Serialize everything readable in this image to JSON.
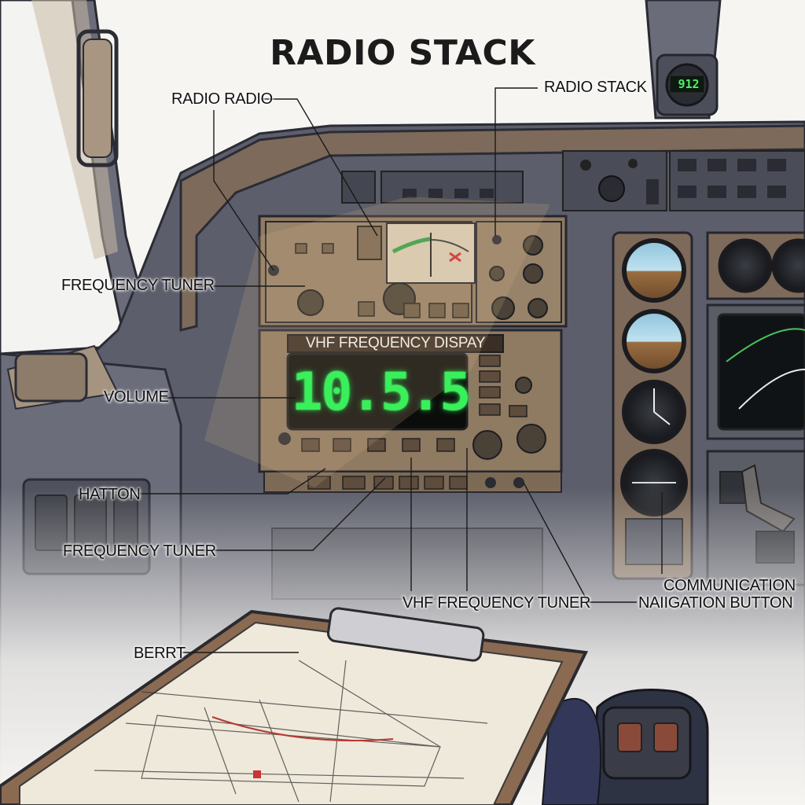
{
  "title": "RADIO STACK",
  "display": {
    "label": "VHF FREQUENCY DISPAY",
    "frequency": "10.5.5"
  },
  "small_display": {
    "value": "912"
  },
  "callouts": {
    "radio_radio": "RADIO RADIO",
    "radio_stack": "RADIO STACK",
    "frequency_tuner_1": "FREQUENCY TUNER",
    "volume": "VOLUME",
    "hatton": "HATTON",
    "frequency_tuner_2": "FREQUENCY TUNER",
    "vhf_frequency_tuner": "VHF FREQUENCY TUNER",
    "communication": "COMMUNICATION",
    "naiigation_button": "NAIIGATION BUTTON",
    "berrt": "BERRT"
  },
  "colors": {
    "panel": "#5c5e6b",
    "radio_face": "#8f7a62",
    "lcd_text": "#39ef5a",
    "glare_shield": "#7d6a5a"
  }
}
